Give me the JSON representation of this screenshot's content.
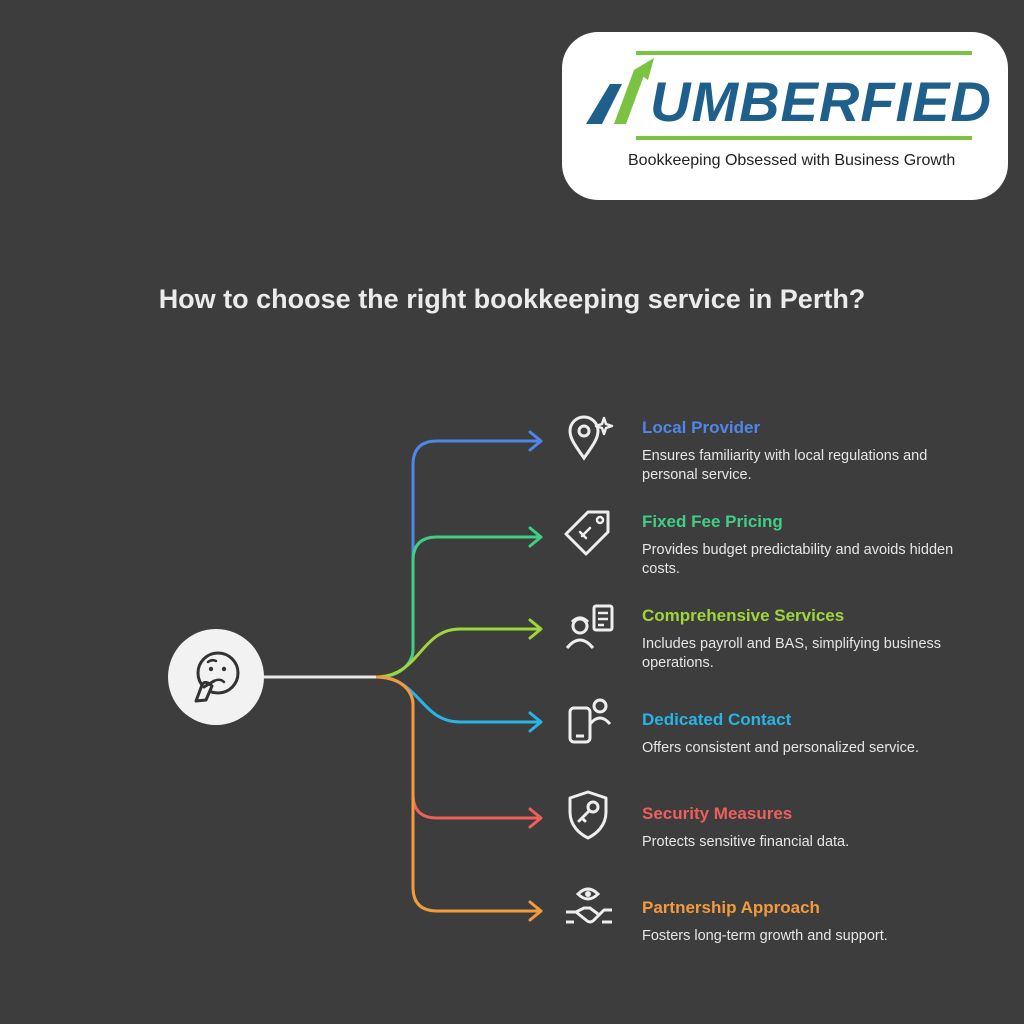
{
  "logo": {
    "wordmark_lead": "N",
    "wordmark_rest": "UMBERFIED",
    "tagline": "Bookkeeping Obsessed with Business Growth",
    "colors": {
      "navy": "#1f5f8b",
      "green": "#7cc242"
    }
  },
  "title": "How to choose the right bookkeeping service in Perth?",
  "center": {
    "icon": "thinking-face-icon"
  },
  "items": [
    {
      "title": "Local Provider",
      "description": "Ensures familiarity with local regulations and personal service.",
      "color": "#4f86e8",
      "icon": "location-pin-sparkle-icon"
    },
    {
      "title": "Fixed Fee Pricing",
      "description": "Provides budget predictability and avoids hidden costs.",
      "color": "#3fce84",
      "icon": "price-tag-icon"
    },
    {
      "title": "Comprehensive Services",
      "description": "Includes payroll and BAS, simplifying business operations.",
      "color": "#9fd63a",
      "icon": "worker-clipboard-icon"
    },
    {
      "title": "Dedicated Contact",
      "description": "Offers consistent and personalized service.",
      "color": "#27b4e6",
      "icon": "phone-person-icon"
    },
    {
      "title": "Security Measures",
      "description": "Protects sensitive financial data.",
      "color": "#ee5f5b",
      "icon": "shield-key-icon"
    },
    {
      "title": "Partnership Approach",
      "description": "Fosters long-term growth and support.",
      "color": "#f39a3c",
      "icon": "handshake-eye-icon"
    }
  ]
}
